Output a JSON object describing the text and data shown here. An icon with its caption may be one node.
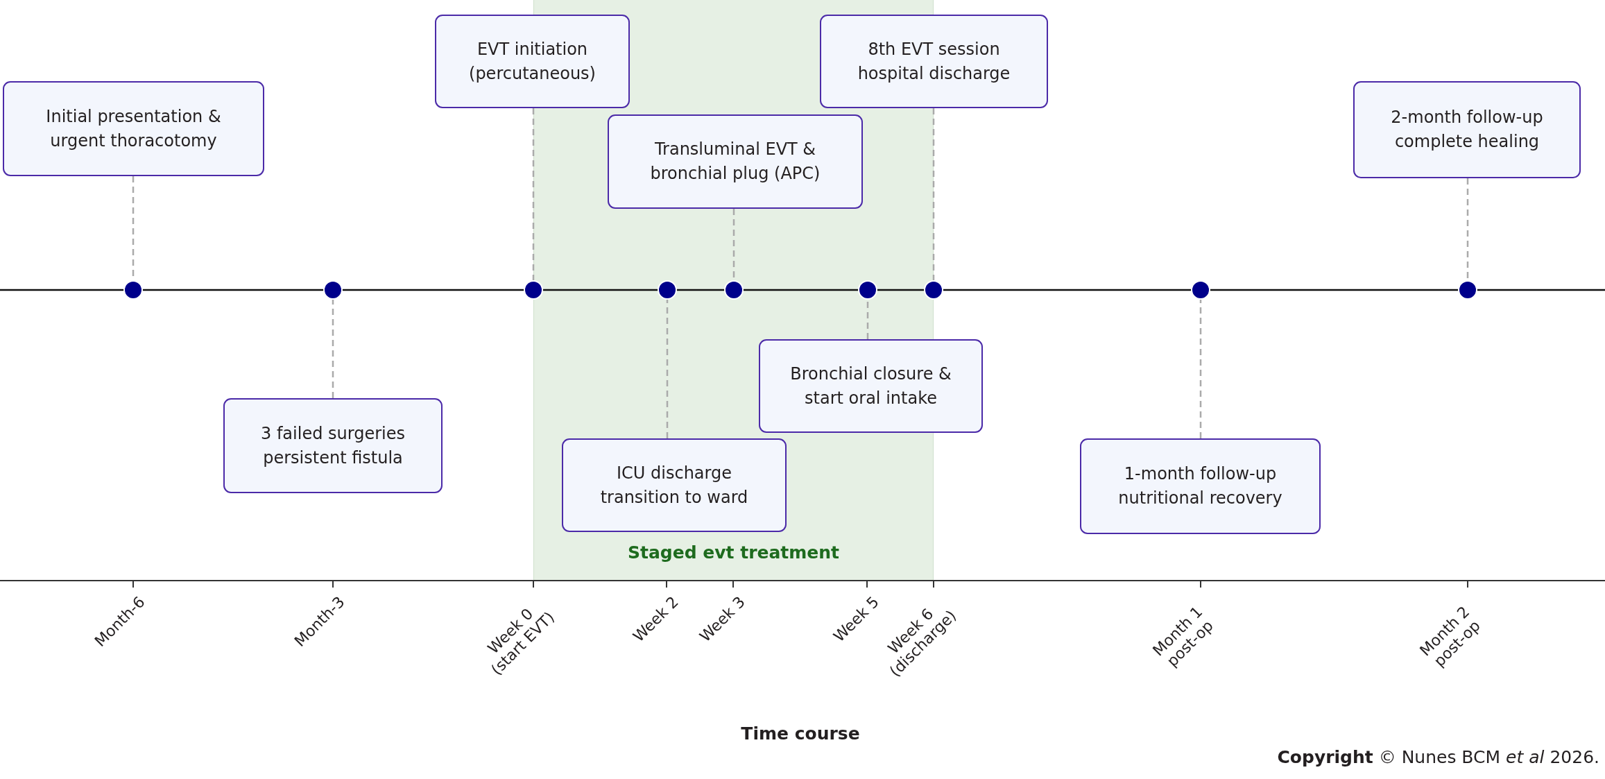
{
  "diagram": {
    "nodes": [
      {
        "text": [
          "Staged evt treatment"
        ]
      },
      {
        "text": [
          "Initial presentation & urgent thoracotomy"
        ]
      },
      {
        "text": [
          "3 failed surgeries persistent fistula"
        ]
      },
      {
        "text": [
          "EVT initiation (percutaneous)"
        ]
      },
      {
        "text": [
          "ICU discharge transition to ward"
        ],
        "in": 0
      },
      {
        "text": [
          "Transluminal EVT & bronchial plug (APC)"
        ],
        "in": 0
      },
      {
        "text": [
          "Bronchial closure & start oral intake"
        ]
      },
      {
        "text": [
          "8th EVT session hospital discharge"
        ]
      },
      {
        "text": [
          "1-month follow-up nutritional recovery"
        ]
      },
      {
        "text": [
          "2-month follow-up complete healing"
        ]
      },
      {
        "text": [],
        "shape": "circle"
      },
      {
        "text": [],
        "shape": "circle"
      },
      {
        "text": [],
        "shape": "circle"
      },
      {
        "text": [],
        "shape": "circle",
        "in": 0
      },
      {
        "text": [],
        "shape": "circle",
        "in": 0
      },
      {
        "text": [],
        "shape": "circle",
        "in": 0
      },
      {
        "text": [],
        "shape": "circle"
      },
      {
        "text": [],
        "shape": "circle"
      },
      {
        "text": [],
        "shape": "circle"
      }
    ],
    "edges": [
      {
        "from": 1,
        "to": 10,
        "arrow": "none",
        "style": "dashed"
      },
      {
        "from": 2,
        "to": 11,
        "arrow": "none",
        "style": "dashed"
      },
      {
        "from": 3,
        "to": 12,
        "arrow": "none",
        "style": "dashed"
      },
      {
        "from": 4,
        "to": 13,
        "arrow": "none",
        "style": "dashed"
      },
      {
        "from": 5,
        "to": 14,
        "arrow": "none",
        "style": "dashed"
      },
      {
        "from": 6,
        "to": 15,
        "arrow": "none",
        "style": "dashed"
      },
      {
        "from": 7,
        "to": 16,
        "arrow": "none",
        "style": "dashed"
      },
      {
        "from": 8,
        "to": 17,
        "arrow": "none",
        "style": "dashed"
      },
      {
        "from": 9,
        "to": 18,
        "arrow": "none",
        "style": "dashed"
      }
    ],
    "labels": [
      "Month-6",
      "Month-3",
      "Week 0 (start EVT)",
      "Week 2",
      "Week 3",
      "Week 5",
      "Week 6 (discharge)",
      "Month 1 post-op",
      "Month 2 post-op",
      "Time course",
      "**Copyright** © Nunes BCM *et al* 2026."
    ]
  }
}
